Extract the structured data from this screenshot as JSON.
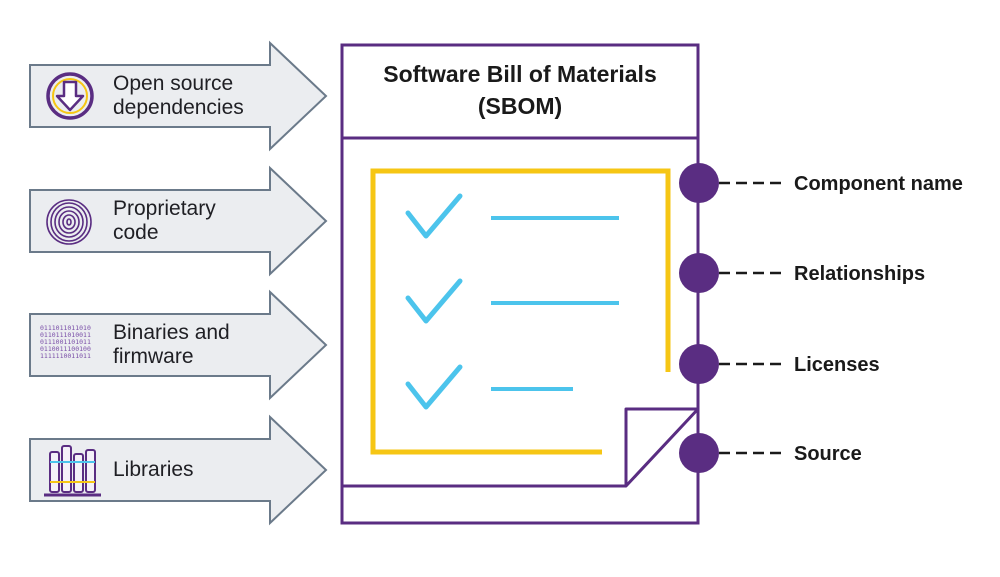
{
  "document": {
    "title_line1": "Software Bill of Materials",
    "title_line2": "(SBOM)"
  },
  "inputs": [
    {
      "line1": "Open source",
      "line2": "dependencies",
      "icon": "download-cycle-icon"
    },
    {
      "line1": "Proprietary",
      "line2": "code",
      "icon": "fingerprint-icon"
    },
    {
      "line1": "Binaries and",
      "line2": "firmware",
      "icon": "binary-code-icon"
    },
    {
      "line1": "Libraries",
      "line2": "",
      "icon": "books-icon"
    }
  ],
  "outputs": [
    "Component name",
    "Relationships",
    "Licenses",
    "Source"
  ],
  "binary_text": [
    "0111011011010",
    "0110111010011",
    "0111001101011",
    "0110011100100",
    "1111110011011"
  ],
  "colors": {
    "purple": "#5a2d82",
    "yellow": "#f6c614",
    "blue": "#4cc4ec",
    "arrow_fill": "#ebedf0",
    "arrow_stroke": "#6b7a8a"
  }
}
